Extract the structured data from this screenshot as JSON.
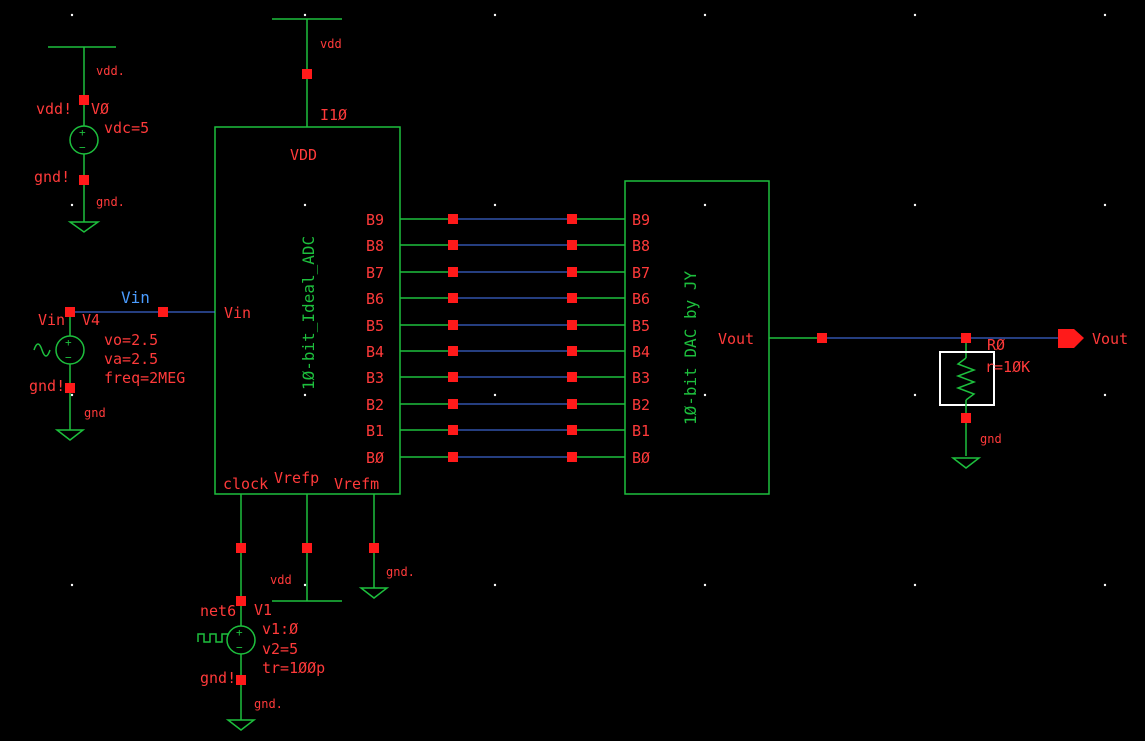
{
  "colors": {
    "background": "#000000",
    "wire": "#1dbf3d",
    "signal_wire": "#4a7cff",
    "pin": "#ff1a1a",
    "label": "#ff3a3a",
    "net_label": "#4a9cff",
    "instance_text": "#1dbf3d"
  },
  "top_supply": {
    "net": "vdd",
    "instance": "I1Ø"
  },
  "adc": {
    "name": "1Ø-bit_Ideal_ADC",
    "vdd_pin": "VDD",
    "vin_pin": "Vin",
    "clock_pin": "clock",
    "vrefp_pin": "Vrefp",
    "vrefm_pin": "Vrefm",
    "bits": [
      "B9",
      "B8",
      "B7",
      "B6",
      "B5",
      "B4",
      "B3",
      "B2",
      "B1",
      "BØ"
    ]
  },
  "dac": {
    "name": "1Ø-bit DAC by JY",
    "vout_pin": "Vout",
    "bits": [
      "B9",
      "B8",
      "B7",
      "B6",
      "B5",
      "B4",
      "B3",
      "B2",
      "B1",
      "BØ"
    ]
  },
  "v0": {
    "top_net": "vdd.",
    "plus_pin": "vdd!",
    "name": "VØ",
    "param": "vdc=5",
    "minus_pin": "gnd!",
    "bottom_net": "gnd."
  },
  "v4": {
    "plus_pin": "Vin",
    "name": "V4",
    "params": [
      "vo=2.5",
      "va=2.5",
      "freq=2MEG"
    ],
    "minus_pin": "gnd!",
    "bottom_net": "gnd",
    "net_label": "Vin"
  },
  "v1": {
    "plus_pin": "net6",
    "name": "V1",
    "params": [
      "v1:Ø",
      "v2=5",
      "tr=1ØØp"
    ],
    "minus_pin": "gnd!",
    "bottom_net": "gnd."
  },
  "vrefp_net": "vdd",
  "vrefm_net": "gnd.",
  "r0": {
    "name": "RØ",
    "param": "r=1ØK",
    "bottom_net": "gnd"
  },
  "output": {
    "label": "Vout"
  }
}
